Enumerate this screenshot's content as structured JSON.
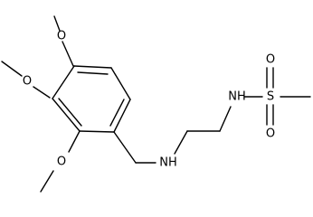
{
  "molecule": {
    "atoms": {
      "o_top": "O",
      "o_left": "O",
      "o_bottom": "O",
      "nh_amine": "NH",
      "nh_sulfonamide": "NH",
      "s": "S",
      "o_s_top": "O",
      "o_s_bottom": "O"
    }
  }
}
